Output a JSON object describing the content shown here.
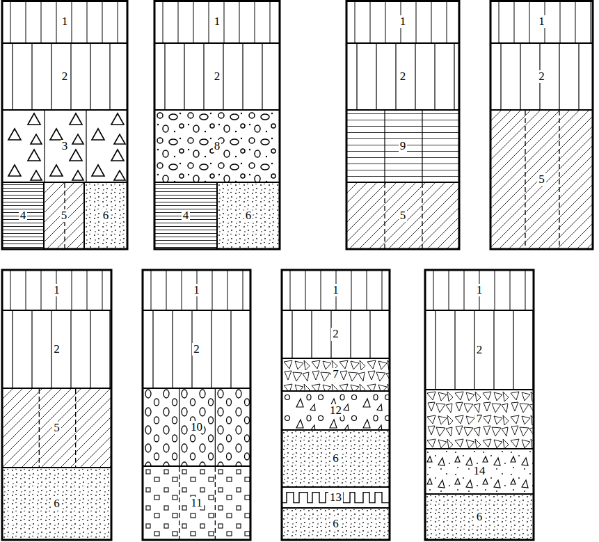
{
  "diagram": {
    "nodes": [
      {
        "text": [
          "1"
        ]
      },
      {
        "text": [
          "2"
        ]
      },
      {
        "text": [
          "3"
        ]
      },
      {
        "text": [
          "4"
        ]
      },
      {
        "text": [
          "5"
        ]
      },
      {
        "text": [
          "6"
        ]
      },
      {
        "text": [
          "1"
        ]
      },
      {
        "text": [
          "2"
        ]
      },
      {
        "text": [
          "8"
        ]
      },
      {
        "text": [
          "4"
        ]
      },
      {
        "text": [
          "6"
        ]
      },
      {
        "text": [
          "1"
        ]
      },
      {
        "text": [
          "2"
        ]
      },
      {
        "text": [
          "9"
        ]
      },
      {
        "text": [
          "5"
        ]
      },
      {
        "text": [
          "1"
        ]
      },
      {
        "text": [
          "2"
        ]
      },
      {
        "text": [
          "5"
        ]
      },
      {
        "text": [
          "1"
        ]
      },
      {
        "text": [
          "2"
        ]
      },
      {
        "text": [
          "5"
        ]
      },
      {
        "text": [
          "6"
        ]
      },
      {
        "text": [
          "1"
        ]
      },
      {
        "text": [
          "2"
        ]
      },
      {
        "text": [
          "10"
        ]
      },
      {
        "text": [
          "11"
        ]
      },
      {
        "text": [
          "1"
        ]
      },
      {
        "text": [
          "2"
        ]
      },
      {
        "text": [
          "7"
        ]
      },
      {
        "text": [
          "12"
        ]
      },
      {
        "text": [
          "6"
        ]
      },
      {
        "text": [
          "13"
        ]
      },
      {
        "text": [
          "6"
        ]
      },
      {
        "text": [
          "1"
        ]
      },
      {
        "text": [
          "2"
        ]
      },
      {
        "text": [
          "7"
        ]
      },
      {
        "text": [
          "14"
        ]
      },
      {
        "text": [
          "6"
        ]
      }
    ]
  }
}
